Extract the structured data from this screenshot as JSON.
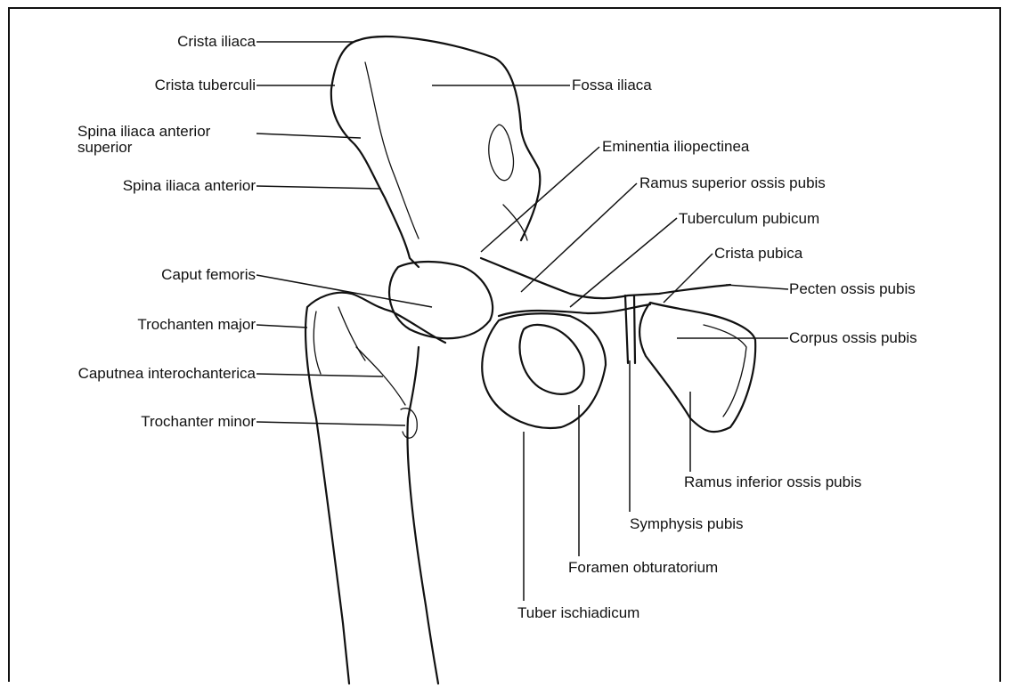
{
  "labels": {
    "crista_iliaca": "Crista iliaca",
    "crista_tuberculi": "Crista tuberculi",
    "spina_iliaca_anterior_superior": "Spina iliaca anterior",
    "spina_iliaca_anterior_superior_line2": "superior",
    "spina_iliaca_anterior": "Spina iliaca anterior",
    "caput_femoris": "Caput femoris",
    "trochanten_major": "Trochanten major",
    "caputnea_interochanterica": "Caputnea interochanterica",
    "trochanter_minor": "Trochanter minor",
    "fossa_iliaca": "Fossa iliaca",
    "eminentia_iliopectinea": "Eminentia iliopectinea",
    "ramus_superior_ossis_pubis": "Ramus superior ossis pubis",
    "tuberculum_pubicum": "Tuberculum pubicum",
    "crista_pubica": "Crista pubica",
    "pecten_ossis_pubis": "Pecten ossis pubis",
    "corpus_ossis_pubis": "Corpus ossis pubis",
    "ramus_inferior_ossis_pubis": "Ramus inferior ossis pubis",
    "symphysis_pubis": "Symphysis pubis",
    "foramen_obturatorium": "Foramen obturatorium",
    "tuber_ischiadicum": "Tuber ischiadicum"
  }
}
